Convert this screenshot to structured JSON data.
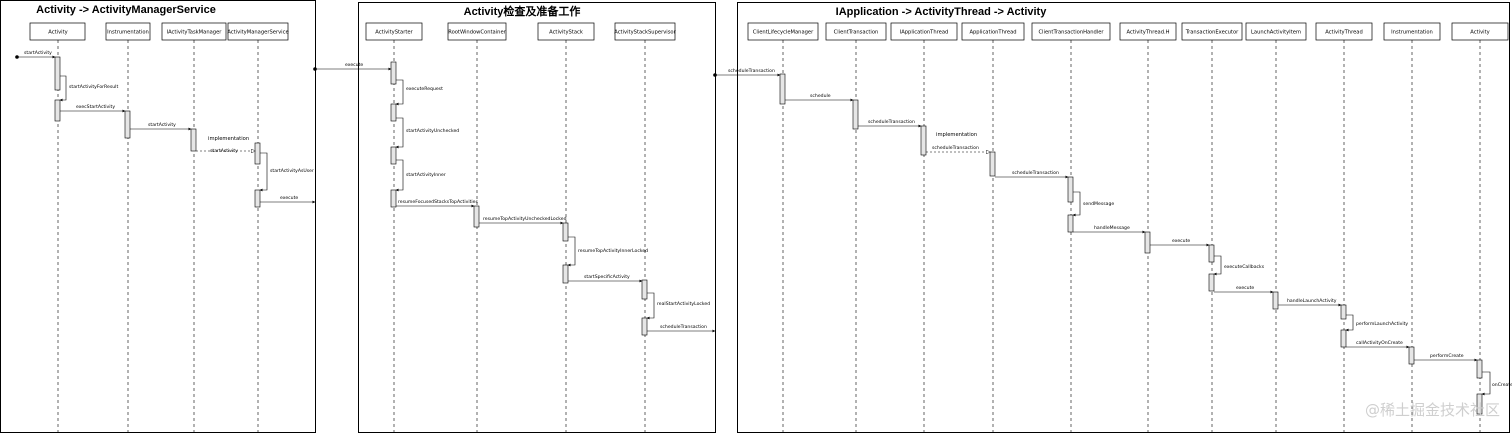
{
  "frames": [
    {
      "title": "Activity -> ActivityManagerService",
      "lanes": [
        "Activity",
        "Instrumentation",
        "IActivityTaskManager",
        "ActivityManagerService"
      ]
    },
    {
      "title": "Activity检查及准备工作",
      "lanes": [
        "ActivityStarter",
        "RootWindowContainer",
        "ActivityStack",
        "ActivityStackSupervisor"
      ]
    },
    {
      "title": "IApplication -> ActivityThread -> Activity",
      "lanes": [
        "ClientLifecycleManager",
        "ClientTransaction",
        "IApplicationThread",
        "ApplicationThread",
        "ClientTransactionHandler",
        "ActivityThread.H",
        "TransactionExecutor",
        "LaunchActivityItem",
        "ActivityThread",
        "Instrumentation",
        "Activity"
      ]
    }
  ],
  "messages": {
    "f0": [
      "startActivity",
      "startActivityForResult",
      "execStartActivity",
      "startActivity",
      "startActivity",
      "startActivityAsUser",
      "execute"
    ],
    "f0_impl": "implementation",
    "f1": [
      "execute",
      "executeRequest",
      "startActivityUnchecked",
      "startActivityInner",
      "resumeFocusedStacksTopActivities",
      "resumeTopActivityUncheckedLocked",
      "resumeTopActivityInnerLocked",
      "startSpecificActivity",
      "realStartActivityLocked",
      "scheduleTransaction"
    ],
    "f2": [
      "scheduleTransaction",
      "schedule",
      "scheduleTransaction",
      "scheduleTransaction",
      "scheduleTransaction",
      "sendMessage",
      "handleMessage",
      "execute",
      "executeCallbacks",
      "execute",
      "handleLaunchActivity",
      "performLaunchActivity",
      "callActivityOnCreate",
      "performCreate",
      "onCreate"
    ],
    "f2_impl": "implementation"
  },
  "watermark": "@稀土掘金技术社区"
}
